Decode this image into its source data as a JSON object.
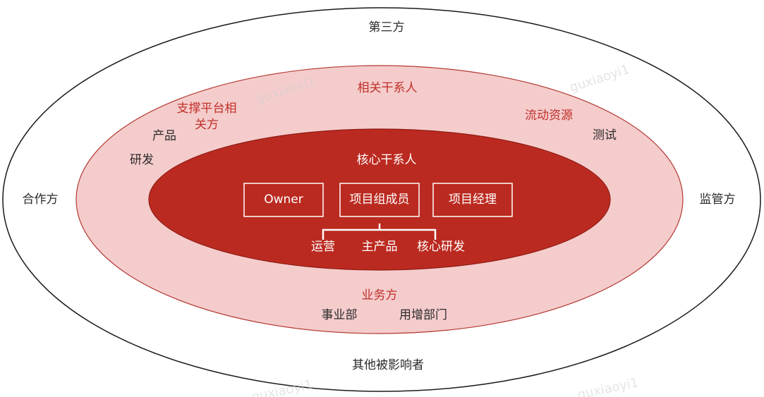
{
  "outer_ring": {
    "top": "第三方",
    "left": "合作方",
    "right": "监管方",
    "bottom": "其他被影响者"
  },
  "middle_ring": {
    "title": "相关干系人",
    "support_group": "支撑平台相关方",
    "support_members": [
      "产品",
      "研发"
    ],
    "flow_group": "流动资源",
    "flow_members": [
      "测试"
    ],
    "business_group": "业务方",
    "business_members": [
      "事业部",
      "用增部门"
    ]
  },
  "core": {
    "title": "核心干系人",
    "boxes": [
      "Owner",
      "项目组成员",
      "项目经理"
    ],
    "team_members": [
      "运营",
      "主产品",
      "核心研发"
    ]
  },
  "watermark": "guxiaoyi1",
  "colors": {
    "outer_fill": "#ffffff",
    "outer_stroke": "#1a1a1a",
    "middle_fill": "#f5cccc",
    "middle_stroke": "#b23a33",
    "core_fill": "#bb2a20",
    "core_stroke": "#8f1d15",
    "accent_text": "#c0302a"
  }
}
